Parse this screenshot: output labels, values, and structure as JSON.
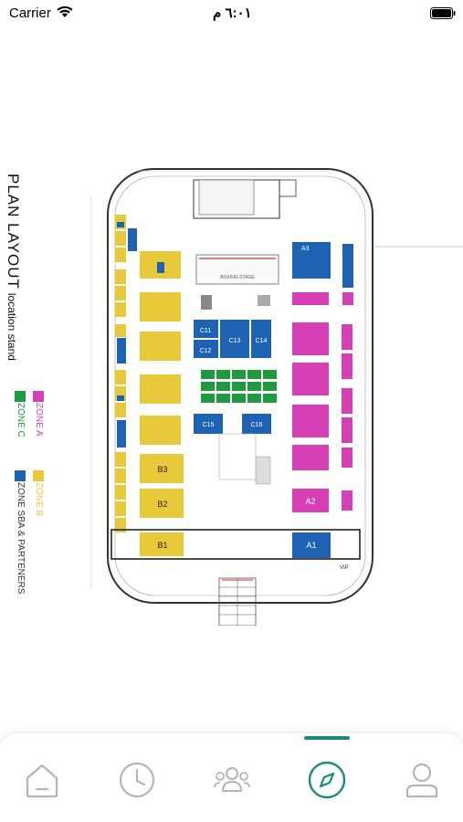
{
  "status_bar": {
    "carrier": "Carrier",
    "time": "٦:٠١ م"
  },
  "plan": {
    "title": "PLAN LAYOUT",
    "subtitle": "location stand",
    "stage_label": "BOXING STAGE",
    "vip_label": "VIP",
    "booths": [
      "A1",
      "A2",
      "A3",
      "B1",
      "B2",
      "B3",
      "C11",
      "C12",
      "C13",
      "C14",
      "C15",
      "C16"
    ],
    "legend": [
      {
        "label": "ZONE A",
        "color": "#d63fb5"
      },
      {
        "label": "ZONE C",
        "color": "#1f9a3e"
      },
      {
        "label": "ZONE B",
        "color": "#e8c93a"
      },
      {
        "label": "ZONE SBA & PARTENERS",
        "color": "#1e63b3"
      }
    ]
  },
  "tabbar": {
    "active_tab": "explore",
    "tabs": [
      "home",
      "history",
      "community",
      "explore",
      "profile"
    ]
  },
  "colors": {
    "accent": "#1b8a7a",
    "icon_inactive": "#b5b5b5",
    "zone_a": "#d63fb5",
    "zone_b": "#e8c93a",
    "zone_c": "#1f9a3e",
    "zone_sba": "#1e63b3"
  }
}
